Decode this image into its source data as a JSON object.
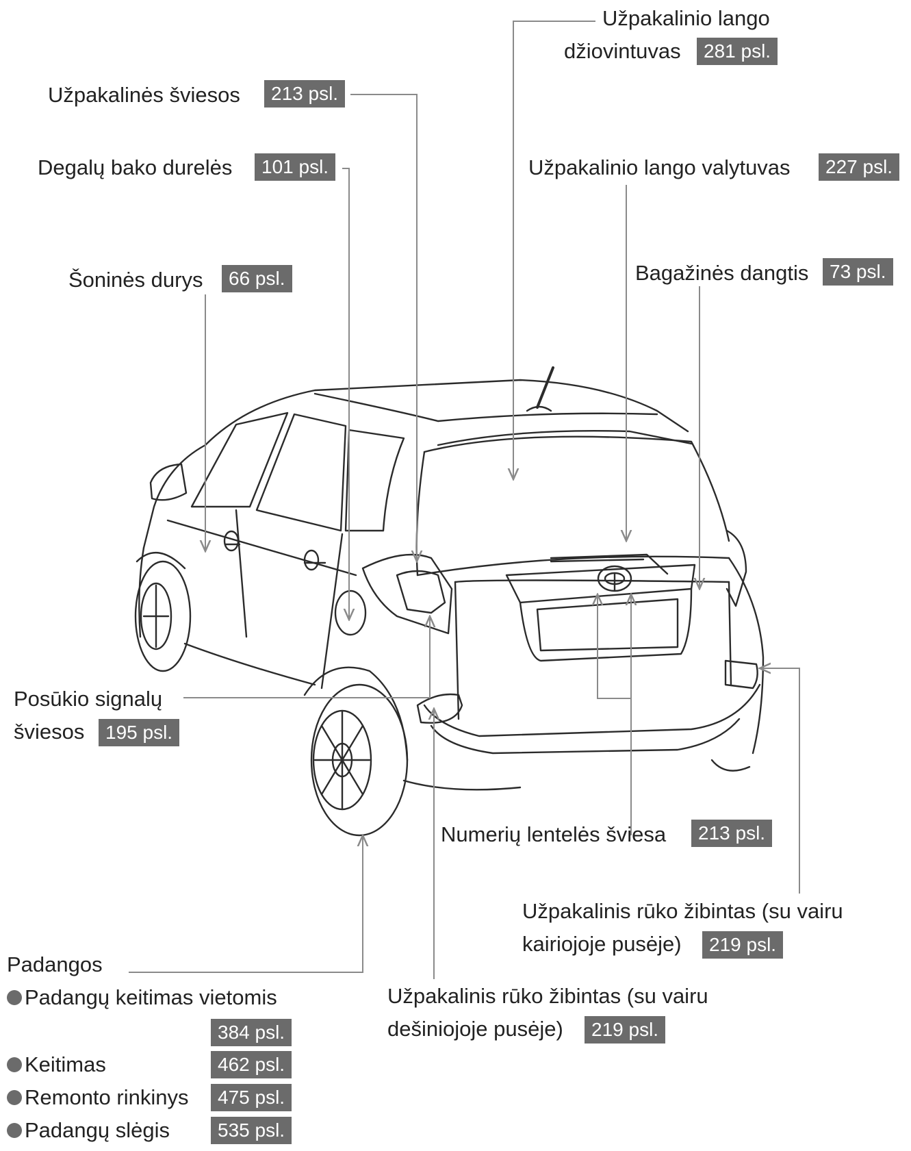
{
  "labels": {
    "rear_window_defogger": {
      "line1": "Užpakalinio lango",
      "line2": "džiovintuvas",
      "page": "281 psl."
    },
    "tail_lights": {
      "text": "Užpakalinės šviesos",
      "page": "213 psl."
    },
    "fuel_door": {
      "text": "Degalų bako durelės",
      "page": "101 psl."
    },
    "rear_wiper": {
      "text": "Užpakalinio lango valytuvas",
      "page": "227 psl."
    },
    "side_doors": {
      "text": "Šoninės durys",
      "page": "66 psl."
    },
    "back_door": {
      "text": "Bagažinės dangtis",
      "page": "73 psl."
    },
    "turn_signals": {
      "line1": "Posūkio signalų",
      "line2": "šviesos",
      "page": "195 psl."
    },
    "license_plate_light": {
      "text": "Numerių lentelės šviesa",
      "page": "213 psl."
    },
    "rear_fog_lhd": {
      "line1": "Užpakalinis rūko žibintas (su vairu",
      "line2": "kairiojoje pusėje)",
      "page": "219 psl."
    },
    "rear_fog_rhd": {
      "line1": "Užpakalinis rūko žibintas (su vairu",
      "line2": "dešiniojoje pusėje)",
      "page": "219 psl."
    },
    "tires": {
      "title": "Padangos",
      "items": [
        {
          "text": "Padangų keitimas vietomis",
          "page": "384 psl."
        },
        {
          "text": "Keitimas",
          "page": "462 psl."
        },
        {
          "text": "Remonto rinkinys",
          "page": "475 psl."
        },
        {
          "text": "Padangų slėgis",
          "page": "535 psl."
        }
      ]
    }
  },
  "colors": {
    "leader": "#8a8a8a",
    "badge": "#6b6b6b",
    "car_line": "#2b2b2b"
  }
}
